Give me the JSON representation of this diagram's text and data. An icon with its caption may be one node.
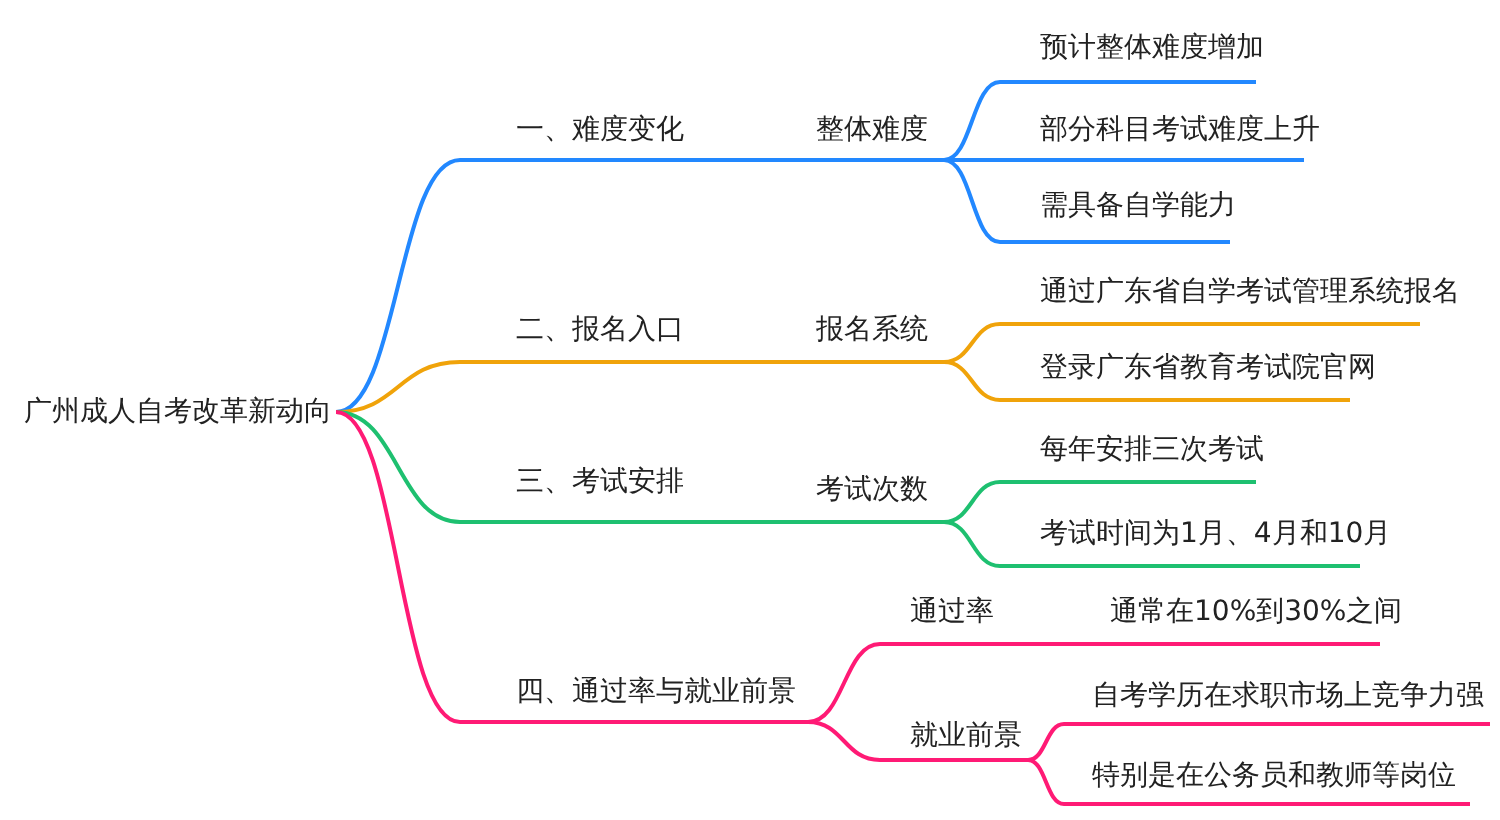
{
  "diagram": {
    "nodes": [
      {
        "text": [
          "广州成人自考改革新动向"
        ]
      },
      {
        "text": [
          "一、难度变化"
        ]
      },
      {
        "text": [
          "整体难度"
        ]
      },
      {
        "text": [
          "预计整体难度增加"
        ]
      },
      {
        "text": [
          "部分科目考试难度上升"
        ]
      },
      {
        "text": [
          "需具备自学能力"
        ]
      },
      {
        "text": [
          "二、报名入口"
        ]
      },
      {
        "text": [
          "报名系统"
        ]
      },
      {
        "text": [
          "通过广东省自学考试管理系统报名"
        ]
      },
      {
        "text": [
          "登录广东省教育考试院官网"
        ]
      },
      {
        "text": [
          "三、考试安排"
        ]
      },
      {
        "text": [
          "考试次数"
        ]
      },
      {
        "text": [
          "每年安排三次考试"
        ]
      },
      {
        "text": [
          "考试时间为1月、4月和10月"
        ]
      },
      {
        "text": [
          "四、通过率与就业前景"
        ]
      },
      {
        "text": [
          "通过率"
        ]
      },
      {
        "text": [
          "通常在10%到30%之间"
        ]
      },
      {
        "text": [
          "就业前景"
        ]
      },
      {
        "text": [
          "自考学历在求职市场上竞争力强"
        ]
      },
      {
        "text": [
          "特别是在公务员和教师等岗位"
        ]
      }
    ],
    "edges": [
      {
        "from": 0,
        "to": 1,
        "arrow": "none",
        "color": "#2288ff"
      },
      {
        "from": 1,
        "to": 2,
        "arrow": "none",
        "color": "#2288ff"
      },
      {
        "from": 2,
        "to": 3,
        "arrow": "none",
        "color": "#2288ff"
      },
      {
        "from": 2,
        "to": 4,
        "arrow": "none",
        "color": "#2288ff"
      },
      {
        "from": 2,
        "to": 5,
        "arrow": "none",
        "color": "#2288ff"
      },
      {
        "from": 0,
        "to": 6,
        "arrow": "none",
        "color": "#f0a30a"
      },
      {
        "from": 6,
        "to": 7,
        "arrow": "none",
        "color": "#f0a30a"
      },
      {
        "from": 7,
        "to": 8,
        "arrow": "none",
        "color": "#f0a30a"
      },
      {
        "from": 7,
        "to": 9,
        "arrow": "none",
        "color": "#f0a30a"
      },
      {
        "from": 0,
        "to": 10,
        "arrow": "none",
        "color": "#1ec070"
      },
      {
        "from": 10,
        "to": 11,
        "arrow": "none",
        "color": "#1ec070"
      },
      {
        "from": 11,
        "to": 12,
        "arrow": "none",
        "color": "#1ec070"
      },
      {
        "from": 11,
        "to": 13,
        "arrow": "none",
        "color": "#1ec070"
      },
      {
        "from": 0,
        "to": 14,
        "arrow": "none",
        "color": "#ff1a75"
      },
      {
        "from": 14,
        "to": 15,
        "arrow": "none",
        "color": "#ff1a75"
      },
      {
        "from": 15,
        "to": 16,
        "arrow": "none",
        "color": "#ff1a75"
      },
      {
        "from": 14,
        "to": 17,
        "arrow": "none",
        "color": "#ff1a75"
      },
      {
        "from": 17,
        "to": 18,
        "arrow": "none",
        "color": "#ff1a75"
      },
      {
        "from": 17,
        "to": 19,
        "arrow": "none",
        "color": "#ff1a75"
      }
    ]
  }
}
